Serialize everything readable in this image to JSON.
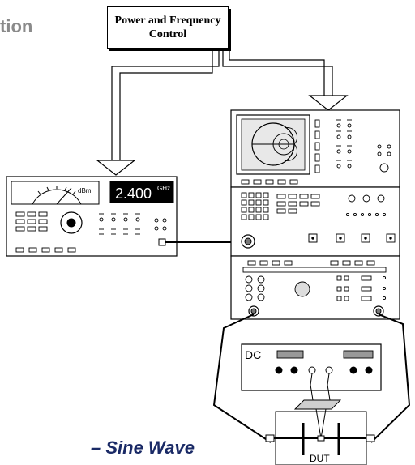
{
  "heading_fragment": "tion",
  "footer_fragment": "– Sine Wave",
  "control_box": {
    "line1": "Power and Frequency",
    "line2": "Control"
  },
  "signal_generator": {
    "frequency_value": "2.400",
    "frequency_unit": "GHz",
    "meter_unit": "dBm"
  },
  "power_supply": {
    "label": "DC"
  },
  "dut": {
    "label": "DUT"
  }
}
